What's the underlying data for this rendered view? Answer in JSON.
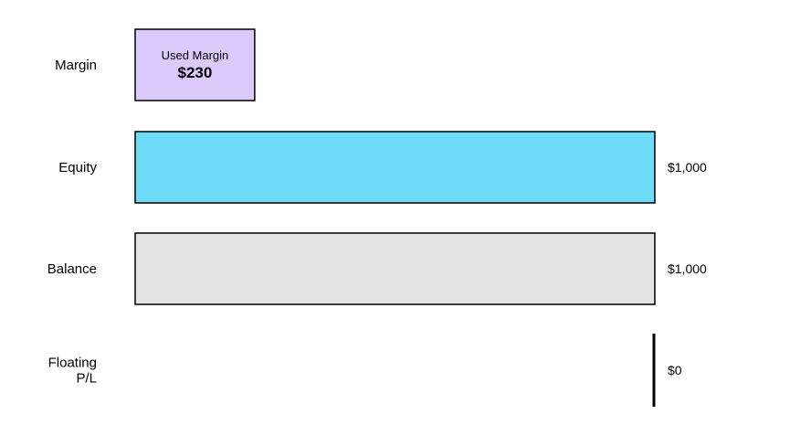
{
  "chart_data": {
    "type": "bar",
    "orientation": "horizontal",
    "categories": [
      "Margin",
      "Equity",
      "Balance",
      "Floating P/L"
    ],
    "category_lines": [
      [
        "Margin"
      ],
      [
        "Equity"
      ],
      [
        "Balance"
      ],
      [
        "Floating",
        "P/L"
      ]
    ],
    "values": [
      230,
      1000,
      1000,
      0
    ],
    "value_labels": [
      "",
      "$1,000",
      "$1,000",
      "$0"
    ],
    "inner_labels": [
      {
        "title": "Used Margin",
        "value": "$230"
      },
      null,
      null,
      null
    ],
    "colors": [
      "#dccafc",
      "#6edcf7",
      "#e3e3e3",
      "#000000"
    ],
    "xlim": [
      0,
      1000
    ],
    "grid": false,
    "legend": "none"
  }
}
